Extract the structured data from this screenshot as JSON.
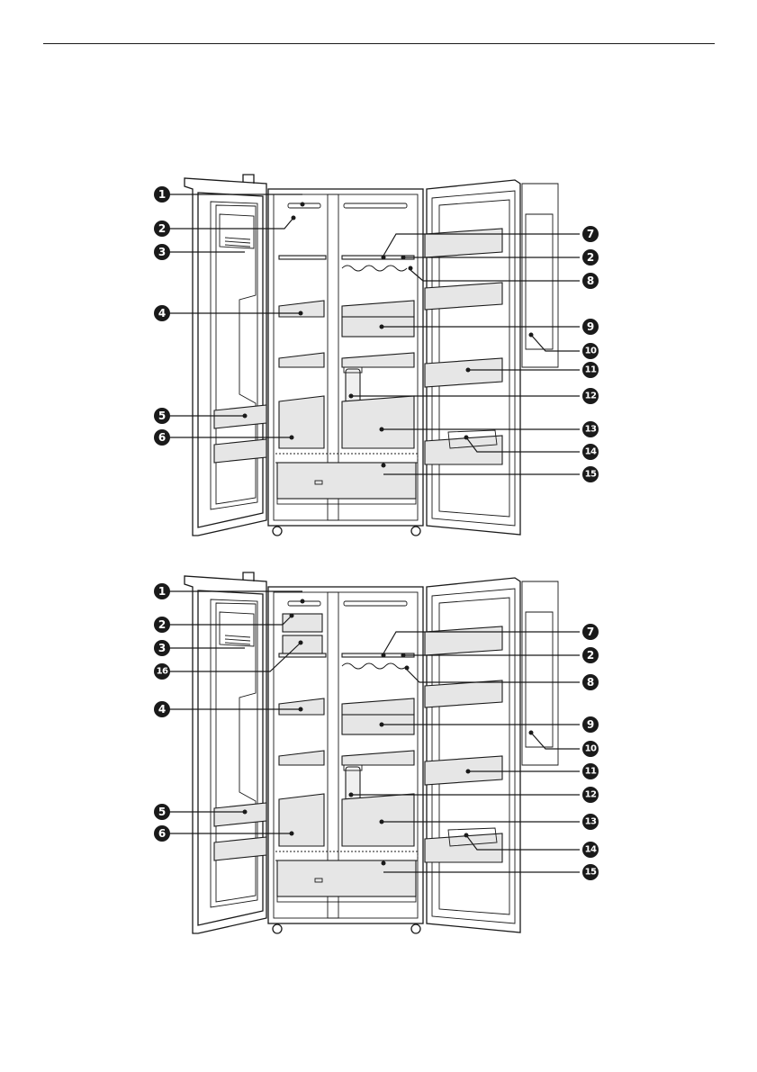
{
  "diagrams": [
    {
      "id": "fridge-top",
      "callouts": [
        {
          "num": "1"
        },
        {
          "num": "2"
        },
        {
          "num": "3"
        },
        {
          "num": "4"
        },
        {
          "num": "5"
        },
        {
          "num": "6"
        },
        {
          "num": "7"
        },
        {
          "num": "2"
        },
        {
          "num": "8"
        },
        {
          "num": "9"
        },
        {
          "num": "10"
        },
        {
          "num": "11"
        },
        {
          "num": "12"
        },
        {
          "num": "13"
        },
        {
          "num": "14"
        },
        {
          "num": "15"
        }
      ]
    },
    {
      "id": "fridge-bottom",
      "callouts": [
        {
          "num": "1"
        },
        {
          "num": "2"
        },
        {
          "num": "3"
        },
        {
          "num": "16"
        },
        {
          "num": "4"
        },
        {
          "num": "5"
        },
        {
          "num": "6"
        },
        {
          "num": "7"
        },
        {
          "num": "2"
        },
        {
          "num": "8"
        },
        {
          "num": "9"
        },
        {
          "num": "10"
        },
        {
          "num": "11"
        },
        {
          "num": "12"
        },
        {
          "num": "13"
        },
        {
          "num": "14"
        },
        {
          "num": "15"
        }
      ]
    }
  ],
  "colors": {
    "line": "#1a1a1a",
    "fill": "#e6e6e6",
    "background": "#ffffff"
  }
}
